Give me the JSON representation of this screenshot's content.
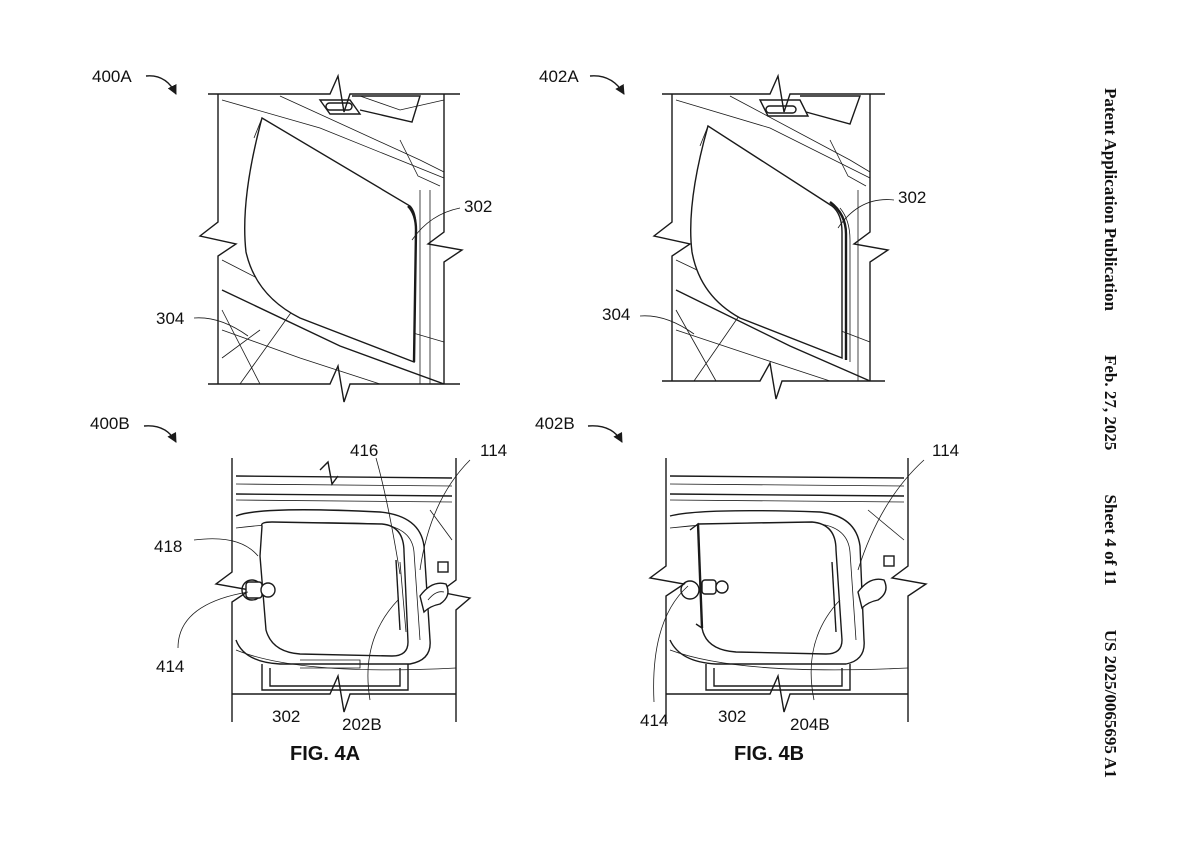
{
  "header": {
    "publication": "Patent Application Publication",
    "date": "Feb. 27, 2025",
    "sheet": "Sheet 4 of 11",
    "number": "US 2025/0065695 A1"
  },
  "figures": {
    "fig_4a": "FIG. 4A",
    "fig_4b": "FIG. 4B"
  },
  "views": {
    "view_400a": "400A",
    "view_402a": "402A",
    "view_400b": "400B",
    "view_402b": "402B"
  },
  "refs": {
    "r302_400a": "302",
    "r304_400a": "304",
    "r302_402a": "302",
    "r304_402a": "304",
    "r416": "416",
    "r114_400b": "114",
    "r418": "418",
    "r414_400b": "414",
    "r302_400b": "302",
    "r202b": "202B",
    "r114_402b": "114",
    "r414_402b": "414",
    "r302_402b": "302",
    "r204b": "204B"
  }
}
